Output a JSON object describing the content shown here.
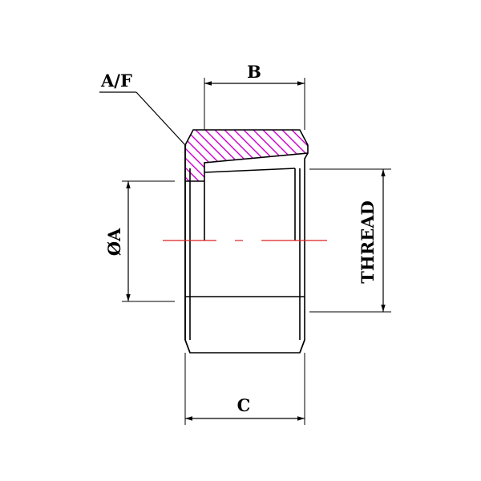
{
  "labels": {
    "af": "A/F",
    "b": "B",
    "diameter_a": "ØA",
    "thread": "THREAD",
    "c": "C"
  },
  "colors": {
    "outline": "#000000",
    "hatch": "#cc00cc",
    "centerline": "#dd2222",
    "background": "#ffffff"
  }
}
